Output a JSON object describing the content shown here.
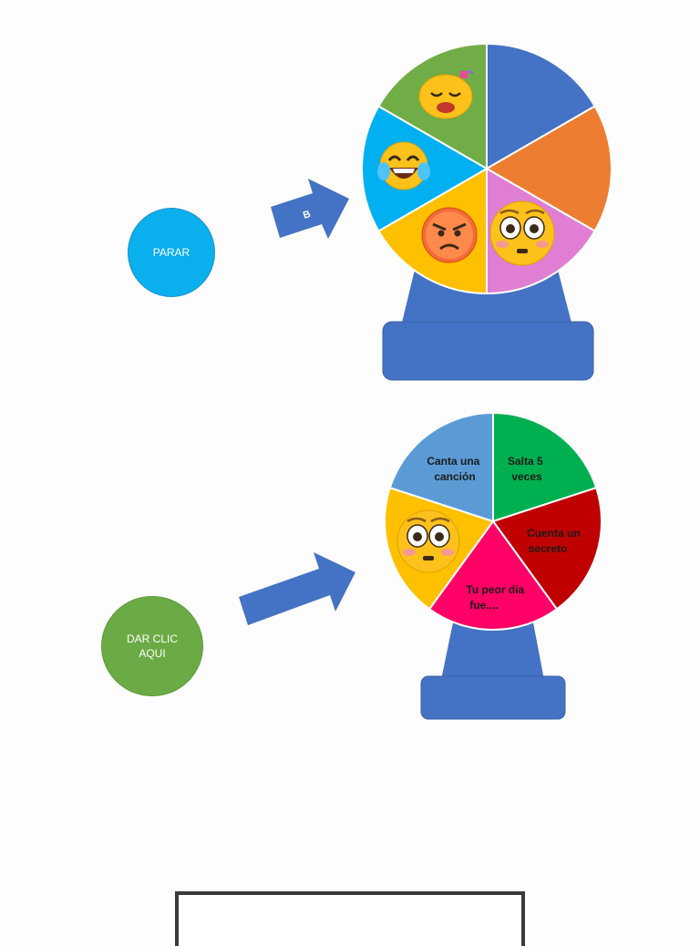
{
  "buttons": {
    "stop_label": "PARAR",
    "click_label": "DAR CLIC AQUI"
  },
  "arrow_top_label": "B",
  "wheel_bottom_labels": {
    "sing": "Canta una canción",
    "jump": "Salta 5 veces",
    "secret": "Cuenta un secreto",
    "worst_day": "Tu peor dia fue...."
  },
  "colors": {
    "stop_button": "#0ab0ee",
    "click_button": "#6bab45",
    "arrow": "#4472c4",
    "stand": "#4472c4",
    "wheel_top": [
      "#4472c4",
      "#ed7d31",
      "#e07ed3",
      "#ffc000",
      "#00b0f0",
      "#70ad47"
    ],
    "wheel_bottom": [
      "#00b050",
      "#c00000",
      "#ff0066",
      "#ffc000",
      "#5b9bd5"
    ]
  },
  "icons": [
    "sleepy-face-icon",
    "laughing-tears-face-icon",
    "angry-face-icon",
    "flushed-face-icon"
  ]
}
